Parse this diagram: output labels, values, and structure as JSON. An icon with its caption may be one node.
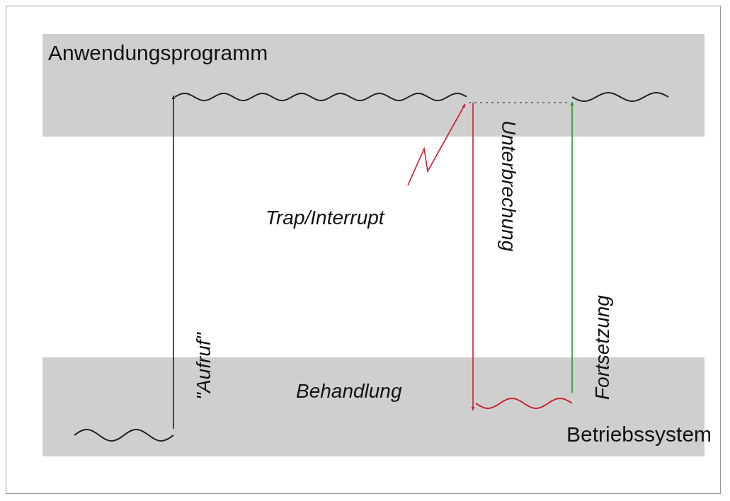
{
  "diagram": {
    "nodes": [
      {
        "text": [
          "Anwendungsprogramm"
        ]
      },
      {
        "text": [
          "Betriebssystem"
        ]
      }
    ],
    "edges": [
      {
        "from": 1,
        "to": 0,
        "arrow": "to",
        "label": "\"Aufruf\"",
        "color": "#222222"
      },
      {
        "from": 0,
        "to": 1,
        "arrow": "to",
        "label": "Unterbrechung",
        "color": "#cc2233"
      },
      {
        "from": 1,
        "to": 0,
        "arrow": "to",
        "label": "Fortsetzung",
        "color": "#229933"
      },
      {
        "from": null,
        "to": 0,
        "arrow": "to",
        "label": "Trap/Interrupt",
        "color": "#cc2233"
      }
    ],
    "labels": [
      "Behandlung"
    ]
  }
}
